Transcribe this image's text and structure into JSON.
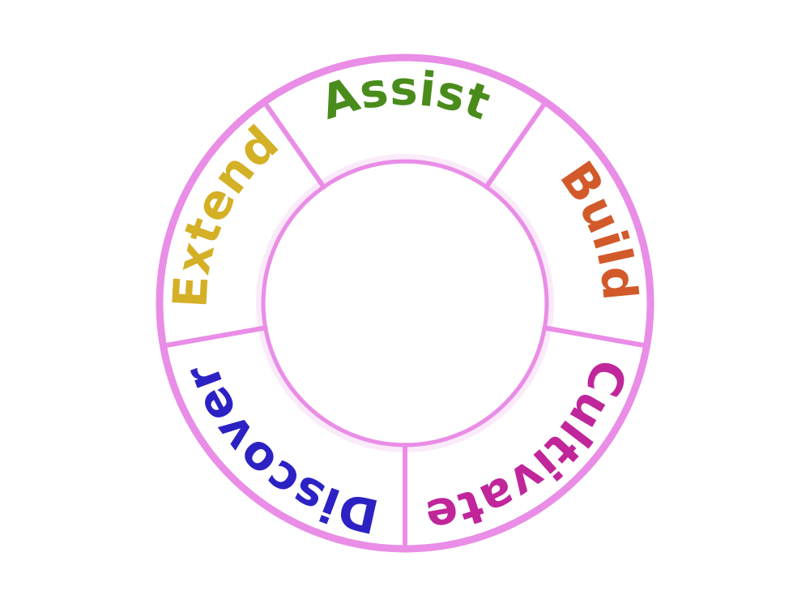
{
  "diagram": {
    "ring_color": "#e98de6",
    "ring_glow_color": "#f3c4f1",
    "segments": [
      {
        "label": "Assist",
        "color": "#4a8c1c"
      },
      {
        "label": "Build",
        "color": "#d2592a"
      },
      {
        "label": "Cultivate",
        "color": "#c0269a"
      },
      {
        "label": "Discover",
        "color": "#2c22c4"
      },
      {
        "label": "Extend",
        "color": "#d4b026"
      }
    ]
  }
}
